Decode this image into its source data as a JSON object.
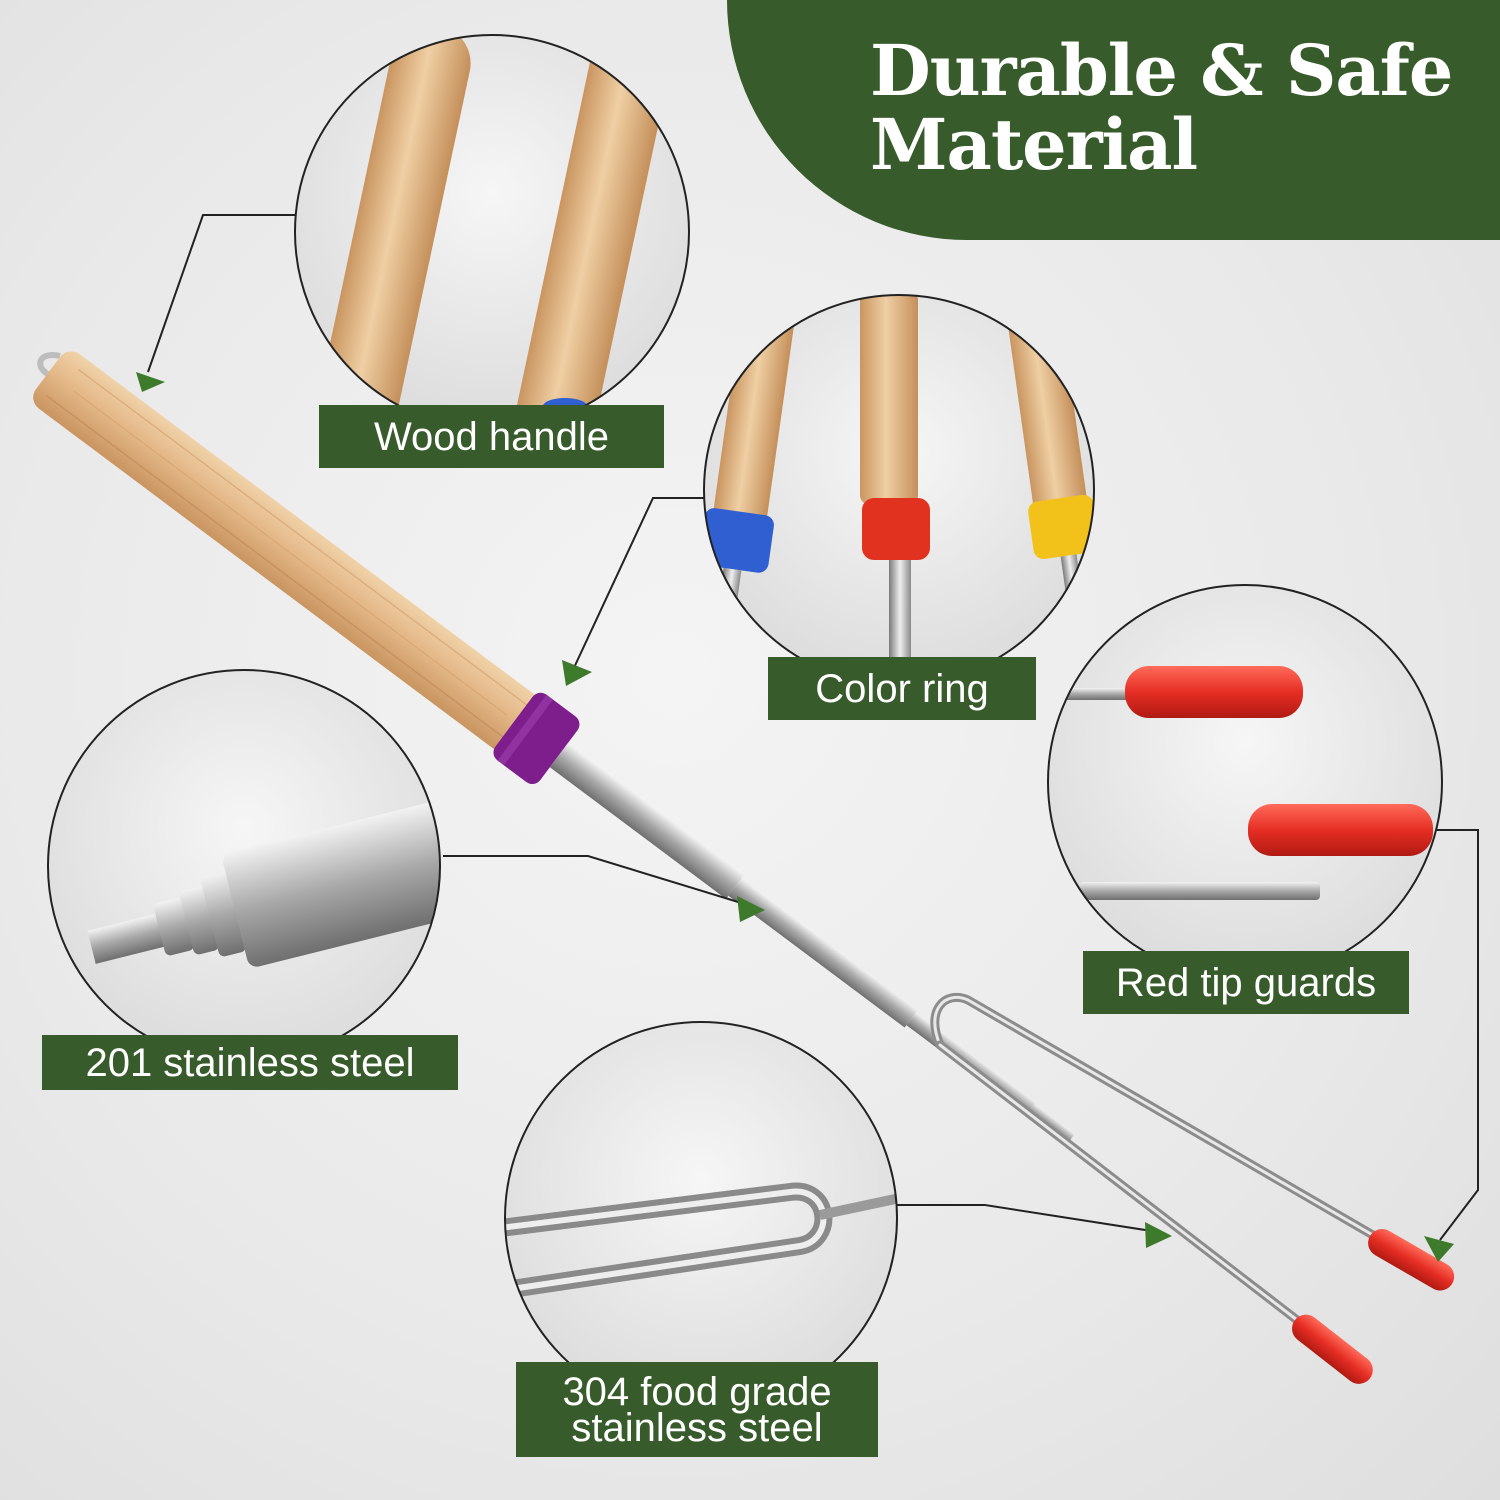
{
  "title": {
    "line1": "Durable & Safe",
    "line2": "Material"
  },
  "callouts": {
    "wood_handle": "Wood handle",
    "color_ring": "Color ring",
    "red_tip_guards": "Red tip guards",
    "steel_201": "201 stainless steel",
    "steel_304_line1": "304 food grade",
    "steel_304_line2": "stainless steel"
  },
  "colors": {
    "brand_green": "#375b2a",
    "wood": "#e2b889",
    "ring_purple": "#7d1e8c",
    "ring_blue": "#2f5fd0",
    "ring_red": "#e0321e",
    "ring_yellow": "#f2c21b",
    "tip_red": "#e62e24",
    "steel": "#c9c9c9"
  }
}
